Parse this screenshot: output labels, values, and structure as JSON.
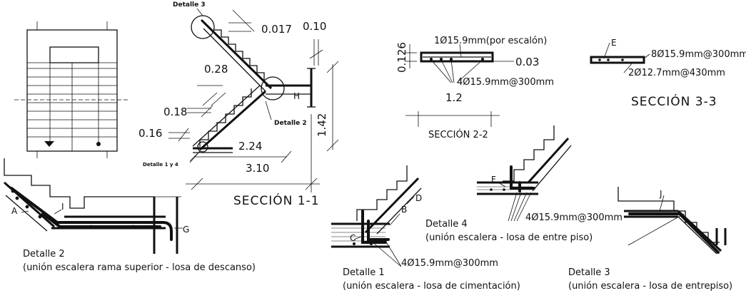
{
  "section_1_1": {
    "title": "SECCIÓN 1-1",
    "dim_0017": "0.017",
    "dim_010": "0.10",
    "dim_028": "0.28",
    "dim_018": "0.18",
    "dim_016": "0.16",
    "dim_224": "2.24",
    "dim_310": "3.10",
    "dim_142": "1.42",
    "label_detalle3": "Detalle 3",
    "label_detalle2": "Detalle 2",
    "label_detalle1y4": "Detalle 1 y 4",
    "label_H": "H"
  },
  "section_2_2": {
    "title": "SECCIÓN 2-2",
    "bar_top": "1Ø15.9mm(por escalón)",
    "bar_bottom": "4Ø15.9mm@300mm",
    "dim_0126": "0.126",
    "dim_003": "0.03",
    "dim_12": "1.2"
  },
  "section_3_3": {
    "title": "SECCIÓN 3-3",
    "label_E": "E",
    "bar_top": "8Ø15.9mm@300mm",
    "bar_bottom": "2Ø12.7mm@430mm"
  },
  "detalle_2": {
    "caption": "Detalle 2",
    "subcaption": "(unión escalera rama superior - losa de descanso)",
    "label_A": "A",
    "label_I": "I",
    "label_G": "G"
  },
  "detalle_1": {
    "caption": "Detalle 1",
    "subcaption": "(unión escalera - losa de cimentación)",
    "label_B": "B",
    "label_C": "C",
    "label_D": "D",
    "bar": "4Ø15.9mm@300mm"
  },
  "detalle_4": {
    "caption": "Detalle 4",
    "subcaption": "(unión escalera - losa de entre piso)",
    "label_F": "F",
    "bar": "4Ø15.9mm@300mm"
  },
  "detalle_3": {
    "caption": "Detalle 3",
    "subcaption": "(unión escalera - losa de entrepiso)",
    "label_J": "J"
  }
}
